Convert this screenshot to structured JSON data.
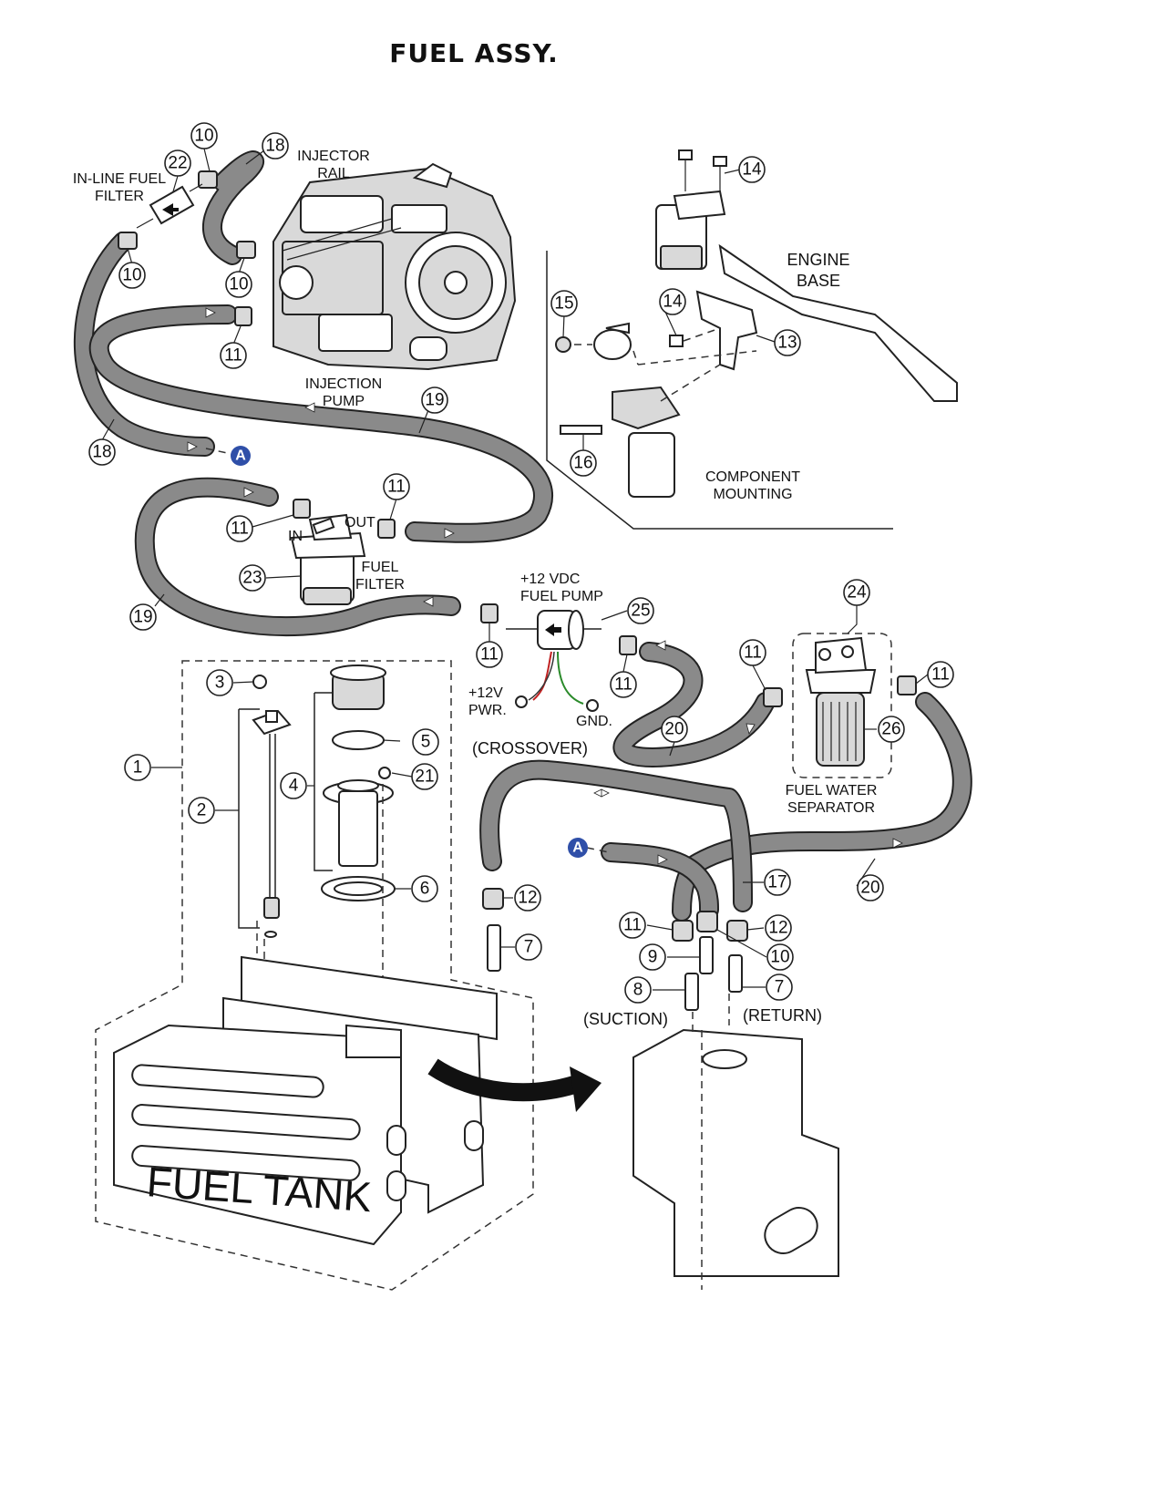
{
  "title": "FUEL ASSY.",
  "labels": {
    "in_line_fuel_filter_1": "IN-LINE FUEL",
    "in_line_fuel_filter_2": "FILTER",
    "injector_rail_1": "INJECTOR",
    "injector_rail_2": "RAIL",
    "injection_pump_1": "INJECTION",
    "injection_pump_2": "PUMP",
    "engine_base_1": "ENGINE",
    "engine_base_2": "BASE",
    "component_mounting_1": "COMPONENT",
    "component_mounting_2": "MOUNTING",
    "in": "IN",
    "out": "OUT",
    "fuel_filter_1": "FUEL",
    "fuel_filter_2": "FILTER",
    "fuel_pump_1": "+12 VDC",
    "fuel_pump_2": "FUEL PUMP",
    "pwr_1": "+12V",
    "pwr_2": "PWR.",
    "gnd": "GND.",
    "crossover": "(CROSSOVER)",
    "fws_1": "FUEL WATER",
    "fws_2": "SEPARATOR",
    "suction": "(SUCTION)",
    "return": "(RETURN)",
    "fuel_tank": "FUEL TANK"
  },
  "reference_marker": "A",
  "callouts": {
    "c10a": "10",
    "c22": "22",
    "c18a": "18",
    "c10b": "10",
    "c10c": "10",
    "c11a": "11",
    "c18b": "18",
    "c19a": "19",
    "c14a": "14",
    "c14b": "14",
    "c15": "15",
    "c13": "13",
    "c16": "16",
    "c11b": "11",
    "c11c": "11",
    "c23": "23",
    "c19b": "19",
    "c25": "25",
    "c11d": "11",
    "c11e": "11",
    "c24": "24",
    "c11f": "11",
    "c11g": "11",
    "c20a": "20",
    "c26": "26",
    "c3": "3",
    "c5": "5",
    "c21": "21",
    "c4": "4",
    "c1": "1",
    "c2": "2",
    "c6": "6",
    "c12a": "12",
    "c7a": "7",
    "c17": "17",
    "c20b": "20",
    "c11h": "11",
    "c12b": "12",
    "c9": "9",
    "c10d": "10",
    "c8": "8",
    "c7b": "7"
  }
}
